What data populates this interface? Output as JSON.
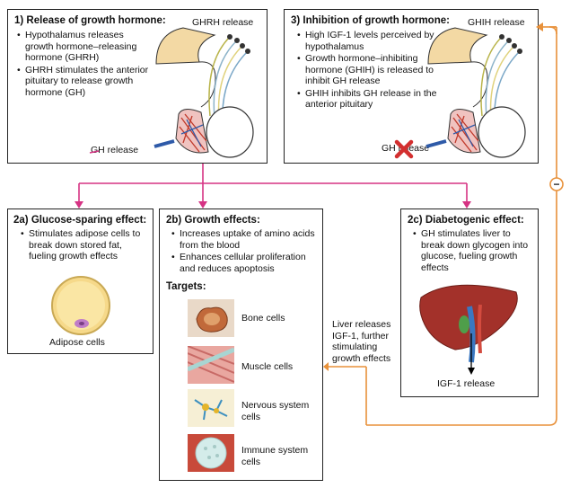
{
  "box1": {
    "title": "1) Release of growth hormone:",
    "bullets": [
      "Hypothalamus releases growth hormone–releasing hormone (GHRH)",
      "GHRH stimulates the anterior pituitary to release growth hormone (GH)"
    ],
    "top_label": "GHRH release",
    "bottom_label": "GH release"
  },
  "box3": {
    "title": "3) Inhibition of growth hormone:",
    "bullets": [
      "High IGF-1 levels perceived by hypothalamus",
      "Growth hormone–inhibiting hormone (GHIH) is released to inhibit GH release",
      "GHIH inhibits GH release in the anterior pituitary"
    ],
    "top_label": "GHIH release",
    "bottom_label": "GH release"
  },
  "box2a": {
    "title": "2a) Glucose-sparing effect:",
    "bullets": [
      "Stimulates adipose cells to break down stored fat, fueling growth effects"
    ],
    "cell_label": "Adipose cells"
  },
  "box2b": {
    "title": "2b) Growth effects:",
    "bullets": [
      "Increases uptake of amino acids from the blood",
      "Enhances cellular proliferation and reduces apoptosis"
    ],
    "targets_title": "Targets:",
    "targets": [
      "Bone cells",
      "Muscle cells",
      "Nervous system cells",
      "Immune system cells"
    ]
  },
  "box2c": {
    "title": "2c) Diabetogenic effect:",
    "bullets": [
      "GH stimulates liver to break down glycogen into glucose, fueling growth effects"
    ],
    "release_label": "IGF-1 release"
  },
  "feedback_text": "Liver releases IGF-1, further stimulating growth effects",
  "feedback_sign": "−",
  "colors": {
    "pink_arrow": "#d63384",
    "orange_arrow": "#e8913a"
  }
}
